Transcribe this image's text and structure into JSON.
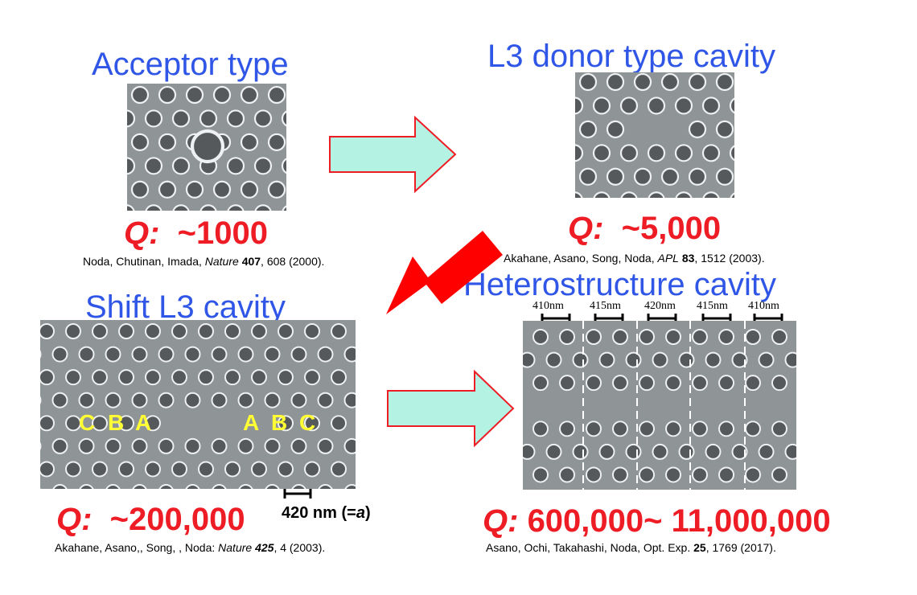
{
  "panels": {
    "acceptor": {
      "title": "Acceptor type",
      "q_symbol": "Q:",
      "q_value": "~1000",
      "ref_pre": "Noda, Chutinan, Imada, ",
      "ref_journal": "Nature",
      "ref_volume": "407",
      "ref_post": ", 608 (2000)."
    },
    "l3": {
      "title": "L3 donor type cavity",
      "q_symbol": "Q:",
      "q_value": "~5,000",
      "ref_pre": "Akahane, Asano, Song, Noda, ",
      "ref_journal": "APL",
      "ref_volume": "83",
      "ref_post": ", 1512 (2003)."
    },
    "shift": {
      "title": "Shift L3 cavity",
      "q_symbol": "Q:",
      "q_value": "~200,000",
      "scale_label": "420 nm (=",
      "scale_symbol": "a",
      "scale_close": ")",
      "hole_labels_left": [
        "C",
        "B",
        "A"
      ],
      "hole_labels_right": [
        "A",
        "B",
        "C"
      ],
      "ref_pre": "Akahane, Asano,, Song, , Noda: ",
      "ref_journal": "Nature",
      "ref_volume": "425",
      "ref_post": ", 4 (2003)."
    },
    "hetero": {
      "title": "Heterostructure cavity",
      "q_symbol": "Q:",
      "q_value": "600,000~ 11,000,000",
      "lattice_constants": [
        "410nm",
        "415nm",
        "420nm",
        "415nm",
        "410nm"
      ],
      "ref_text": "Asano, Ochi, Takahashi, Noda, Opt. Exp. ",
      "ref_volume": "25",
      "ref_post": ", 1769 (2017)."
    }
  },
  "colors": {
    "title_blue": "#2f56e6",
    "q_red": "#ee1c24",
    "arrow_fill": "#b4f2e4",
    "arrow_stroke": "#ee1c24",
    "label_yellow": "#ffff33",
    "sem_background": "#8f9497"
  }
}
